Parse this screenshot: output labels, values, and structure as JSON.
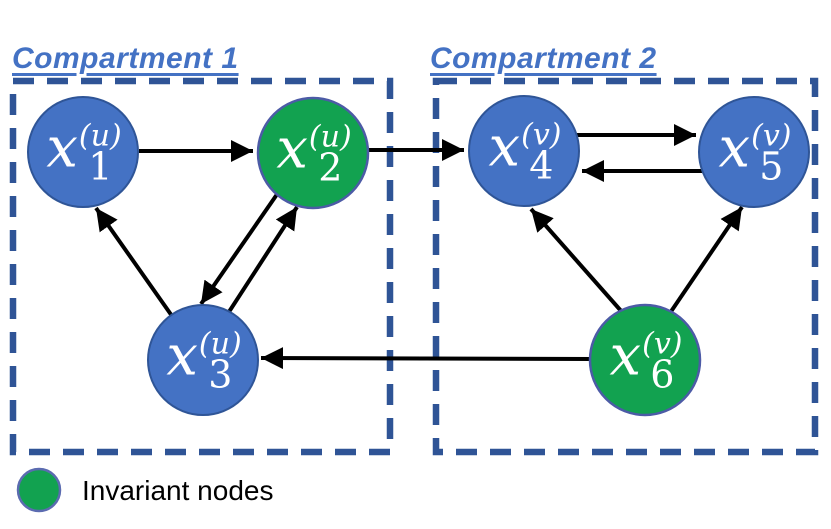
{
  "diagram": {
    "compartments": [
      {
        "id": "compartment-1",
        "label": "Compartment 1"
      },
      {
        "id": "compartment-2",
        "label": "Compartment 2"
      }
    ],
    "nodes": [
      {
        "id": "x1",
        "base": "x",
        "sub": "1",
        "sup": "(u)",
        "invariant": false,
        "compartment": "Compartment 1"
      },
      {
        "id": "x2",
        "base": "x",
        "sub": "2",
        "sup": "(u)",
        "invariant": true,
        "compartment": "Compartment 1"
      },
      {
        "id": "x3",
        "base": "x",
        "sub": "3",
        "sup": "(u)",
        "invariant": false,
        "compartment": "Compartment 1"
      },
      {
        "id": "x4",
        "base": "x",
        "sub": "4",
        "sup": "(v)",
        "invariant": false,
        "compartment": "Compartment 2"
      },
      {
        "id": "x5",
        "base": "x",
        "sub": "5",
        "sup": "(v)",
        "invariant": false,
        "compartment": "Compartment 2"
      },
      {
        "id": "x6",
        "base": "x",
        "sub": "6",
        "sup": "(v)",
        "invariant": true,
        "compartment": "Compartment 2"
      }
    ],
    "edges": [
      {
        "from": "x1",
        "to": "x2"
      },
      {
        "from": "x2",
        "to": "x4"
      },
      {
        "from": "x4",
        "to": "x5"
      },
      {
        "from": "x5",
        "to": "x4"
      },
      {
        "from": "x3",
        "to": "x1"
      },
      {
        "from": "x2",
        "to": "x3"
      },
      {
        "from": "x3",
        "to": "x2"
      },
      {
        "from": "x6",
        "to": "x4"
      },
      {
        "from": "x6",
        "to": "x5"
      },
      {
        "from": "x6",
        "to": "x3"
      }
    ],
    "legend": {
      "label": "Invariant nodes"
    },
    "colors": {
      "node_blue": "#4472C4",
      "node_green": "#12A250",
      "node_border_blue": "#2F5597",
      "node_border_green": "#4C5BA6",
      "compartment_border": "#2F5496",
      "compartment_label": "#4472C4",
      "edge": "#000000",
      "node_text": "#FFFFFF",
      "legend_text": "#000000"
    }
  }
}
